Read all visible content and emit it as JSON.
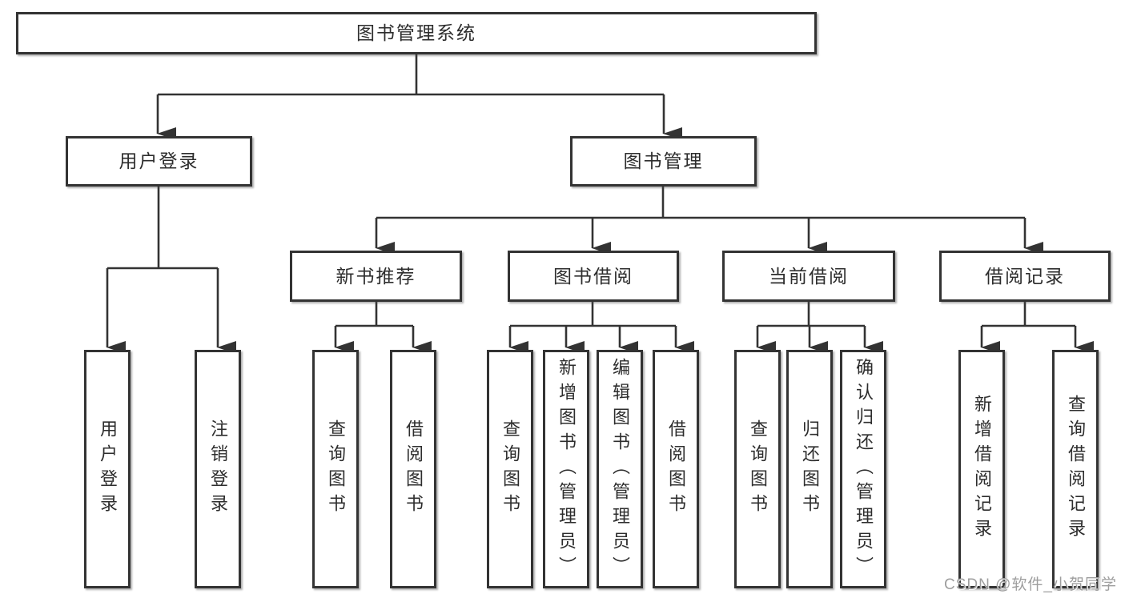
{
  "diagram": {
    "root": {
      "label": "图书管理系统"
    },
    "level2": [
      {
        "label": "用户登录"
      },
      {
        "label": "图书管理"
      }
    ],
    "level3": [
      {
        "label": "新书推荐"
      },
      {
        "label": "图书借阅"
      },
      {
        "label": "当前借阅"
      },
      {
        "label": "借阅记录"
      }
    ],
    "leaves_login": [
      {
        "label": "用户登录"
      },
      {
        "label": "注销登录"
      }
    ],
    "leaves_recommend": [
      {
        "label": "查询图书"
      },
      {
        "label": "借阅图书"
      }
    ],
    "leaves_borrow": [
      {
        "label": "查询图书"
      },
      {
        "label": "新增图书（管理员）"
      },
      {
        "label": "编辑图书（管理员）"
      },
      {
        "label": "借阅图书"
      }
    ],
    "leaves_current": [
      {
        "label": "查询图书"
      },
      {
        "label": "归还图书"
      },
      {
        "label": "确认归还（管理员）"
      }
    ],
    "leaves_records": [
      {
        "label": "新增借阅记录"
      },
      {
        "label": "查询借阅记录"
      }
    ]
  },
  "watermark": "CSDN @软件_小贺同学",
  "colors": {
    "background": "#ffffff",
    "line": "#333333",
    "box_border": "#333333",
    "text": "#2d2d2d",
    "watermark": "#9e9e9e"
  }
}
